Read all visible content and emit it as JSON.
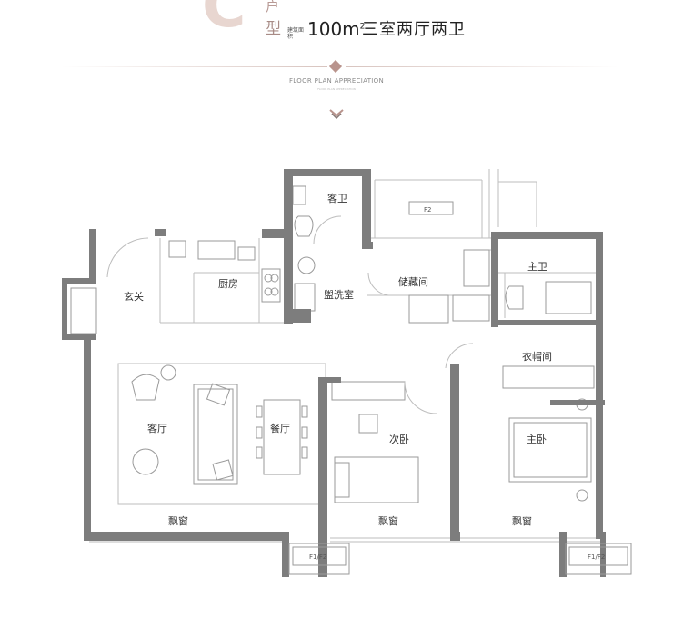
{
  "header": {
    "unit_letter": "C",
    "unit_suffix_top": "户",
    "unit_suffix_bottom": "型",
    "area_label": "建筑面积",
    "area_value": "100m",
    "area_unit_sup": "2",
    "layout": "三室两厅两卫",
    "subtitle": "FLOOR PLAN APPRECIATION",
    "subtitle_small": "FLOOR PLAN APPRECIATION"
  },
  "rooms": {
    "guest_bath": "客卫",
    "f2_label": "F2",
    "master_bath": "主卫",
    "foyer": "玄关",
    "kitchen": "厨房",
    "laundry": "盥洗室",
    "storage": "储藏间",
    "walk_in_closet": "衣帽间",
    "living_room": "客厅",
    "dining_room": "餐厅",
    "second_bedroom": "次卧",
    "master_bedroom": "主卧",
    "bay_window_1": "飘窗",
    "bay_window_2": "飘窗",
    "bay_window_3": "飘窗",
    "f1f2_left": "F1/F2",
    "f1f2_right": "F1/F2"
  },
  "colors": {
    "wall": "#7d7d7d",
    "accent": "#b9948d",
    "letter": "#e8d6d0"
  }
}
